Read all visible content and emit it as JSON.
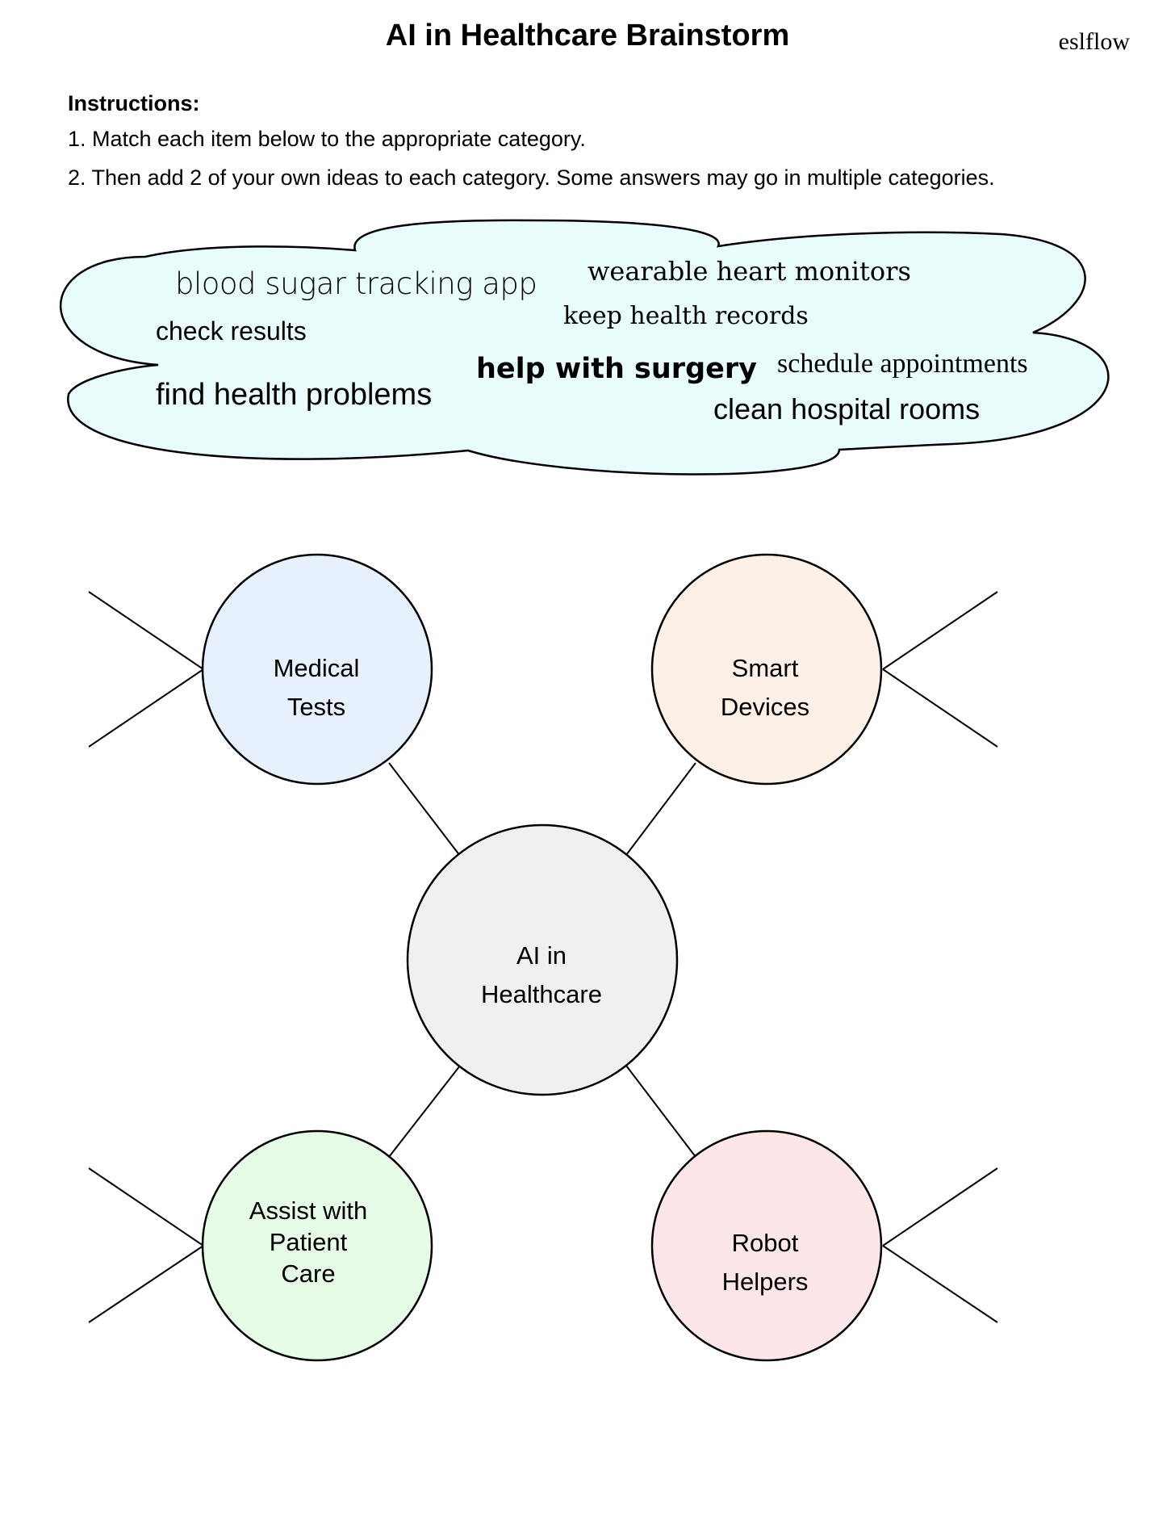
{
  "header": {
    "title": "AI in Healthcare Brainstorm",
    "brand": "eslflow"
  },
  "instructions": {
    "heading": "Instructions:",
    "steps": [
      "1. Match each item below to the appropriate category.",
      "2. Then add 2 of your own ideas to each category. Some answers may go in multiple categories."
    ]
  },
  "word_bank": {
    "items": [
      "blood sugar tracking app",
      "wearable heart monitors",
      "check results",
      "keep health records",
      "schedule appointments",
      "help with surgery",
      "find health problems",
      "clean hospital rooms"
    ]
  },
  "mind_map": {
    "center": {
      "lines": [
        "AI in",
        "Healthcare"
      ],
      "color": "#f0f0f0"
    },
    "categories": [
      {
        "lines": [
          "Medical",
          "Tests"
        ],
        "color": "#e6f1fd"
      },
      {
        "lines": [
          "Smart",
          "Devices"
        ],
        "color": "#fdf0e6"
      },
      {
        "lines": [
          "Assist with",
          "Patient",
          "Care"
        ],
        "color": "#e6fbe6"
      },
      {
        "lines": [
          "Robot",
          "Helpers"
        ],
        "color": "#fde6e8"
      }
    ],
    "cloud_color": "#e8fcfc"
  }
}
